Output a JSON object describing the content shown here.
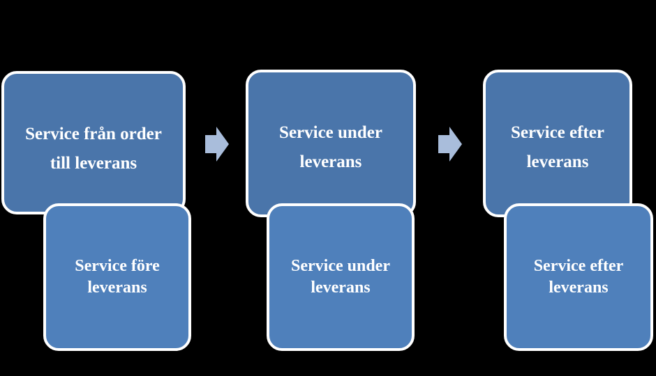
{
  "steps": [
    {
      "title_line1": "Service från order",
      "title_line2": "till leverans",
      "detail_line1": "Service före",
      "detail_line2": "leverans"
    },
    {
      "title_line1": "Service under",
      "title_line2": "leverans",
      "detail_line1": "Service under",
      "detail_line2": "leverans"
    },
    {
      "title_line1": "Service efter",
      "title_line2": "leverans",
      "detail_line1": "Service efter",
      "detail_line2": "leverans"
    }
  ],
  "colors": {
    "background": "#000000",
    "main_box": "#4a75aa",
    "sub_box": "#4f80bb",
    "arrow": "#a9bddb",
    "border": "#ffffff",
    "text": "#ffffff"
  }
}
